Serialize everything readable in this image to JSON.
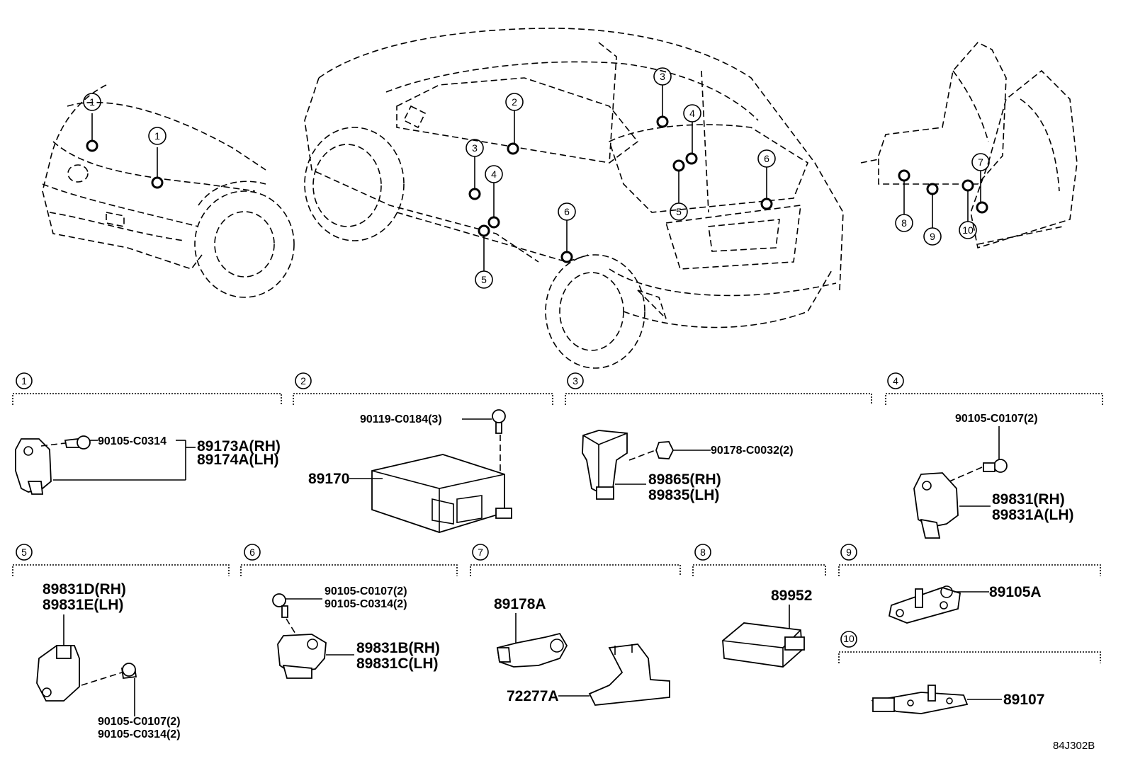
{
  "sections": [
    {
      "num": "1",
      "parts": [
        {
          "label": "90105-C0314"
        },
        {
          "label": "89173A(RH)"
        },
        {
          "label": "89174A(LH)"
        }
      ]
    },
    {
      "num": "2",
      "parts": [
        {
          "label": "90119-C0184(3)"
        },
        {
          "label": "89170"
        }
      ]
    },
    {
      "num": "3",
      "parts": [
        {
          "label": "90178-C0032(2)"
        },
        {
          "label": "89865(RH)"
        },
        {
          "label": "89835(LH)"
        }
      ]
    },
    {
      "num": "4",
      "parts": [
        {
          "label": "90105-C0107(2)"
        },
        {
          "label": "89831(RH)"
        },
        {
          "label": "89831A(LH)"
        }
      ]
    },
    {
      "num": "5",
      "parts": [
        {
          "label": "89831D(RH)"
        },
        {
          "label": "89831E(LH)"
        },
        {
          "label": "90105-C0107(2)"
        },
        {
          "label": "90105-C0314(2)"
        }
      ]
    },
    {
      "num": "6",
      "parts": [
        {
          "label": "90105-C0107(2)"
        },
        {
          "label": "90105-C0314(2)"
        },
        {
          "label": "89831B(RH)"
        },
        {
          "label": "89831C(LH)"
        }
      ]
    },
    {
      "num": "7",
      "parts": [
        {
          "label": "89178A"
        },
        {
          "label": "72277A"
        }
      ]
    },
    {
      "num": "8",
      "parts": [
        {
          "label": "89952"
        }
      ]
    },
    {
      "num": "9",
      "parts": [
        {
          "label": "89105A"
        }
      ]
    },
    {
      "num": "10",
      "parts": [
        {
          "label": "89107"
        }
      ]
    }
  ],
  "callouts": {
    "front": [
      "1",
      "1"
    ],
    "car": [
      "2",
      "3",
      "4",
      "5",
      "6",
      "3",
      "4",
      "5",
      "6"
    ],
    "seat": [
      "7",
      "8",
      "9",
      "10"
    ]
  },
  "diagram_code": "84J302B"
}
